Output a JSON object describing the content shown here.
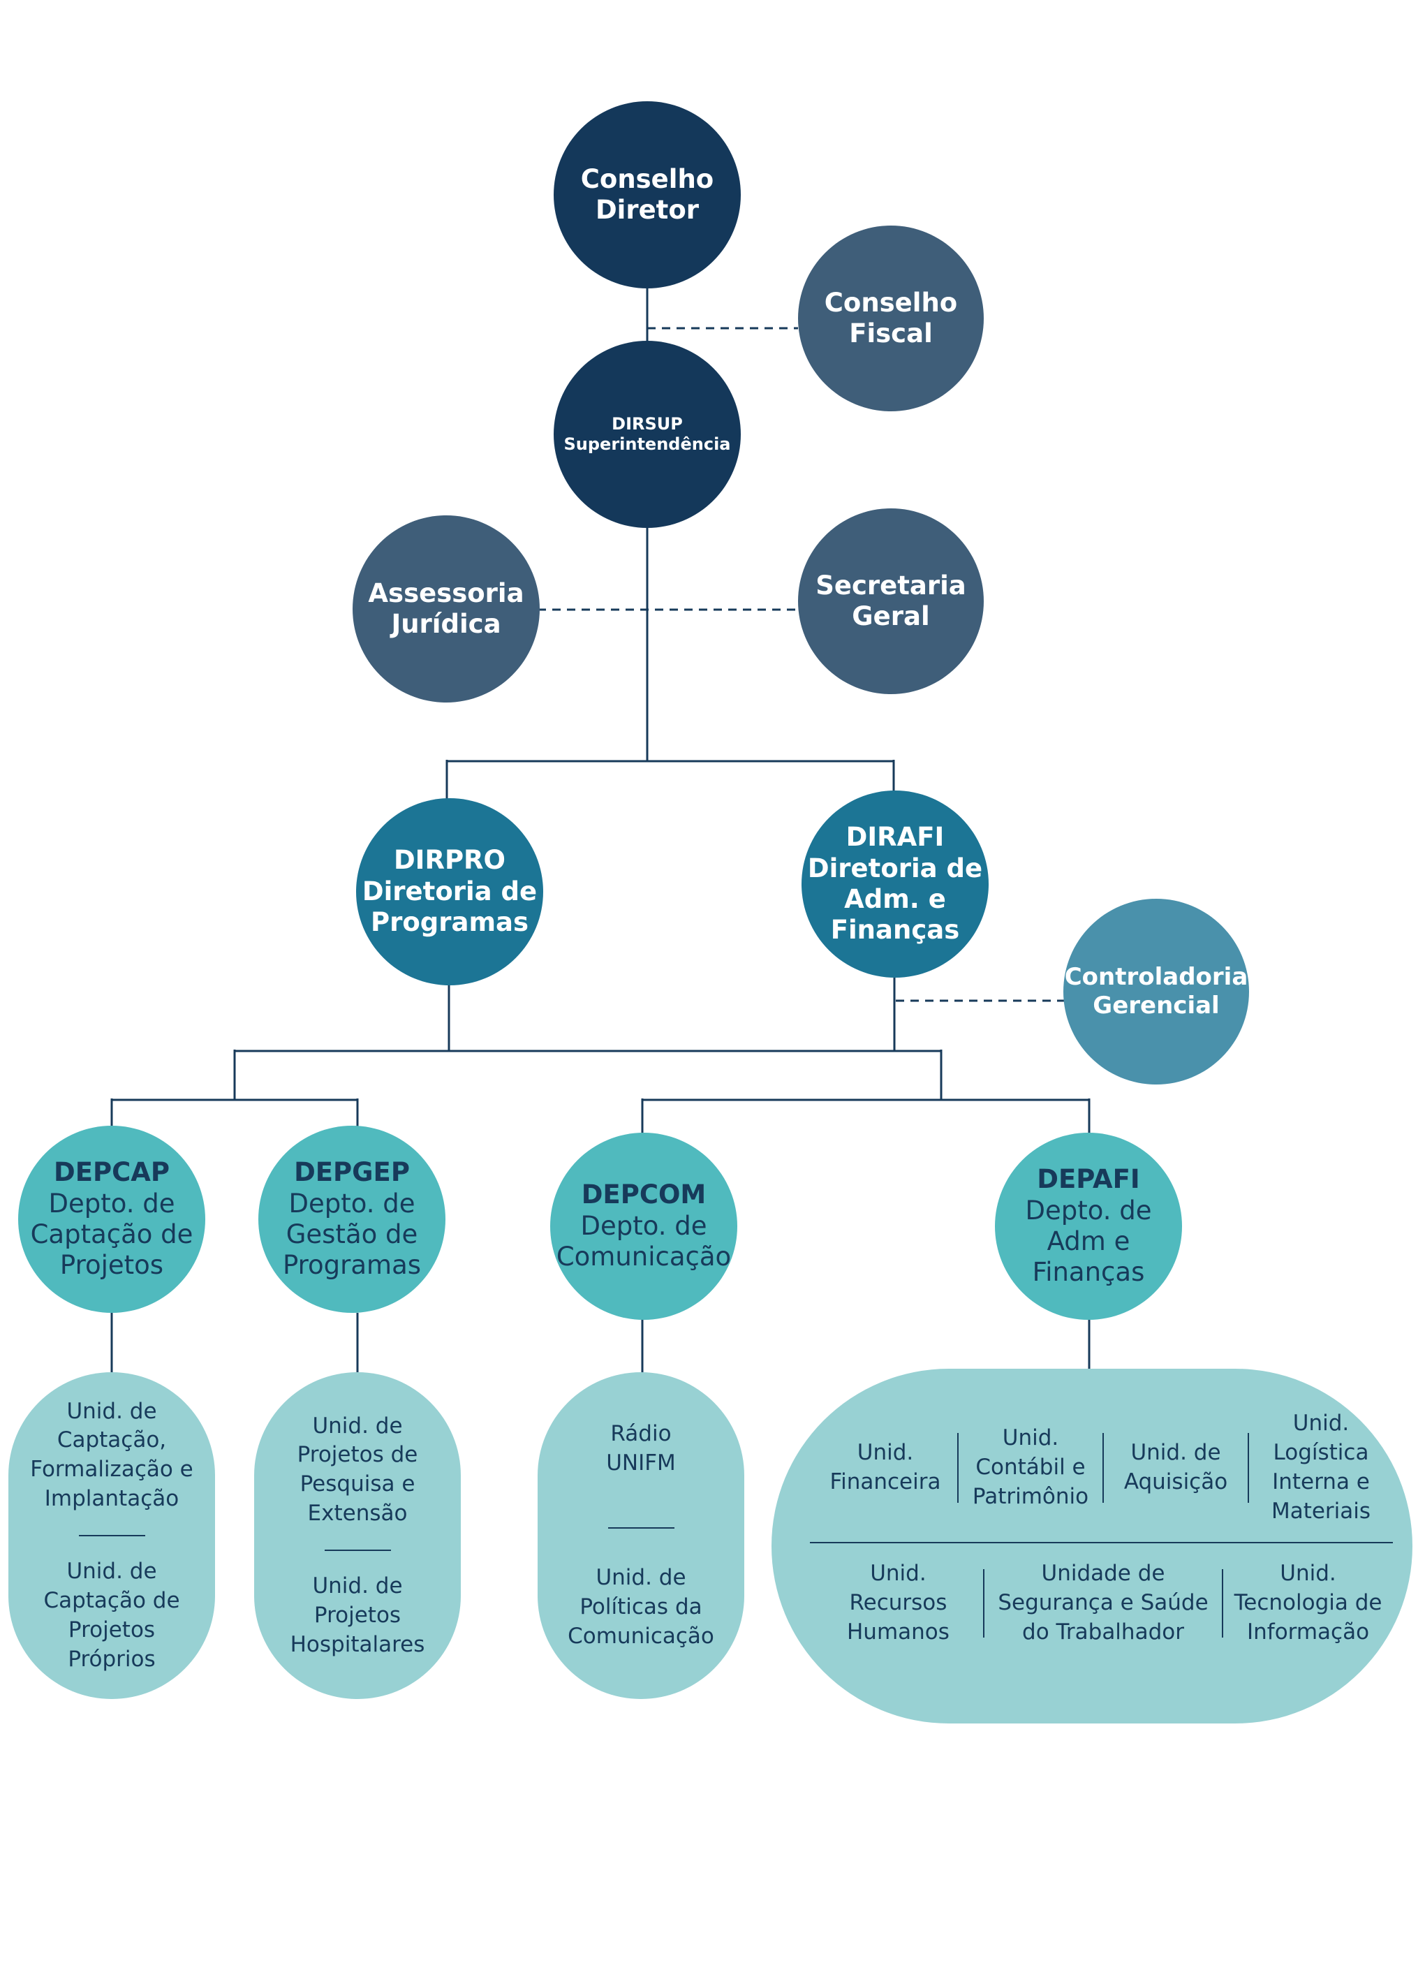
{
  "nodes": {
    "conselho_diretor": "Conselho\nDiretor",
    "conselho_fiscal": "Conselho\nFiscal",
    "dirsup": "DIRSUP\nSuperintendência",
    "assessoria_juridica": "Assessoria\nJurídica",
    "secretaria_geral": "Secretaria\nGeral",
    "dirpro": "DIRPRO\nDiretoria de\nProgramas",
    "dirafi": "DIRAFI\nDiretoria de\nAdm. e\nFinanças",
    "controladoria": "Controladoria\nGerencial"
  },
  "departments": {
    "depcap": {
      "code": "DEPCAP",
      "desc": "Depto. de\nCaptação de\nProjetos"
    },
    "depgep": {
      "code": "DEPGEP",
      "desc": "Depto. de\nGestão de\nProgramas"
    },
    "depcom": {
      "code": "DEPCOM",
      "desc": "Depto. de\nComunicação"
    },
    "depafi": {
      "code": "DEPAFI",
      "desc": "Depto. de\nAdm e\nFinanças"
    }
  },
  "units": {
    "depcap": [
      "Unid. de\nCaptação,\nFormalização e\nImplantação",
      "Unid. de\nCaptação de\nProjetos\nPróprios"
    ],
    "depgep": [
      "Unid. de\nProjetos de\nPesquisa e\nExtensão",
      "Unid. de\nProjetos\nHospitalares"
    ],
    "depcom": [
      "Rádio\nUNIFM",
      "Unid. de\nPolíticas da\nComunicação"
    ],
    "depafi_row1": [
      "Unid.\nFinanceira",
      "Unid.\nContábil e\nPatrimônio",
      "Unid. de\nAquisição",
      "Unid.\nLogística\nInterna e\nMateriais"
    ],
    "depafi_row2": [
      "Unid.\nRecursos\nHumanos",
      "Unidade de\nSegurança e Saúde\ndo Trabalhador",
      "Unid.\nTecnologia de\nInformação"
    ]
  },
  "colors": {
    "top": "#14385a",
    "advisory": "#3f5e79",
    "directorate": "#1c7595",
    "controladoria": "#4a91ab",
    "department": "#50babe",
    "unit": "#98d1d3",
    "line": "#173a5a"
  }
}
